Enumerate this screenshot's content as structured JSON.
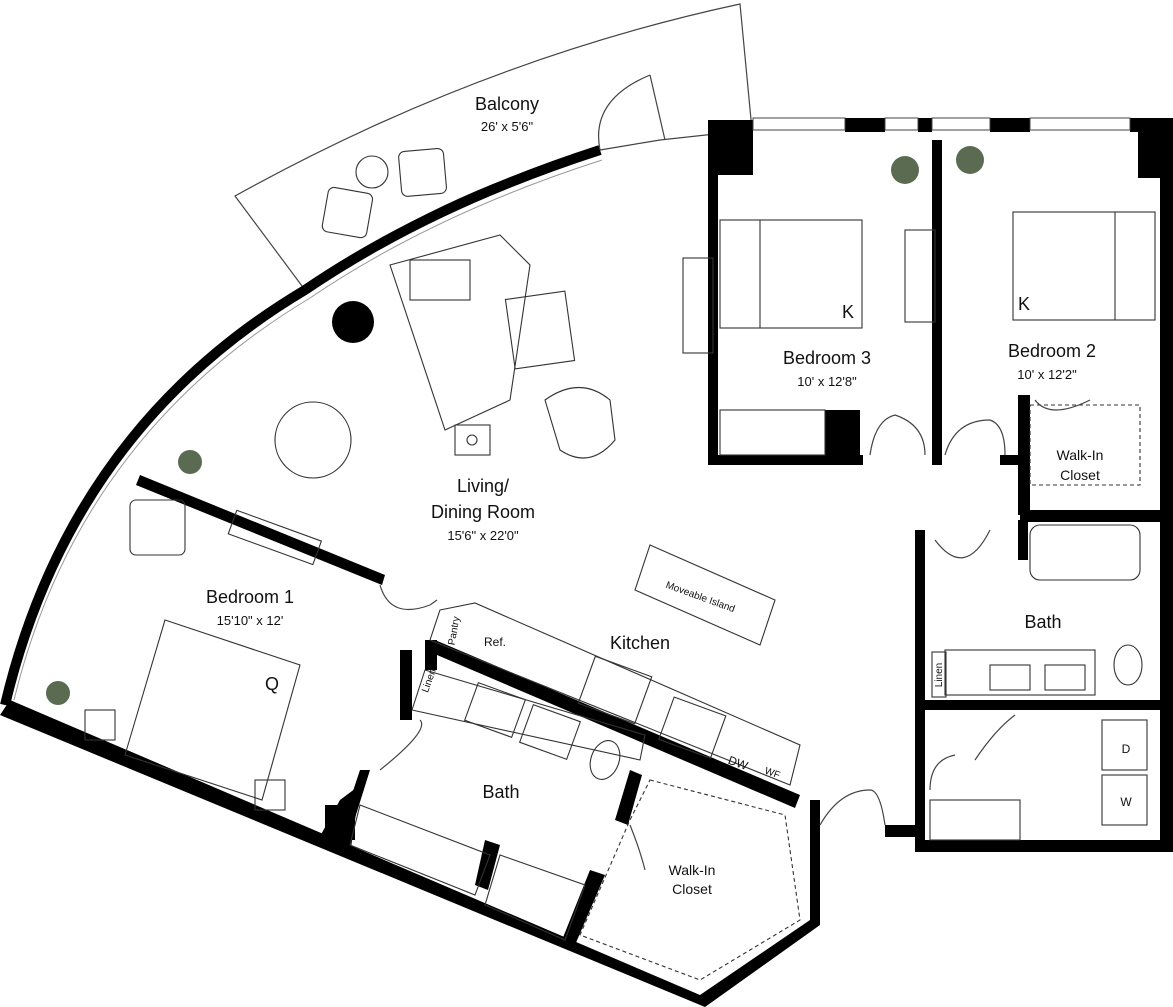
{
  "rooms": {
    "balcony": {
      "name": "Balcony",
      "dims": "26' x 5'6\""
    },
    "living": {
      "name_line1": "Living/",
      "name_line2": "Dining Room",
      "dims": "15'6\" x 22'0\""
    },
    "bedroom1": {
      "name": "Bedroom 1",
      "dims": "15'10\" x 12'",
      "bed": "Q"
    },
    "bedroom2": {
      "name": "Bedroom 2",
      "dims": "10' x 12'2\"",
      "bed": "K"
    },
    "bedroom3": {
      "name": "Bedroom 3",
      "dims": "10' x 12'8\"",
      "bed": "K"
    },
    "kitchen": {
      "name": "Kitchen"
    },
    "bath_main": {
      "name": "Bath"
    },
    "bath_right": {
      "name": "Bath"
    },
    "walkin_left": {
      "name_line1": "Walk-In",
      "name_line2": "Closet"
    },
    "walkin_right": {
      "name_line1": "Walk-In",
      "name_line2": "Closet"
    }
  },
  "fixtures": {
    "island": "Moveable Island",
    "pantry": "Pantry",
    "ref": "Ref.",
    "linen_kitchen": "Linen",
    "linen_bath": "Linen",
    "dw": "DW",
    "wf": "WF",
    "dryer": "D",
    "washer": "W"
  },
  "colors": {
    "wall": "#000000",
    "line": "#555555",
    "plant": "#5a6b52",
    "background": "#ffffff"
  }
}
